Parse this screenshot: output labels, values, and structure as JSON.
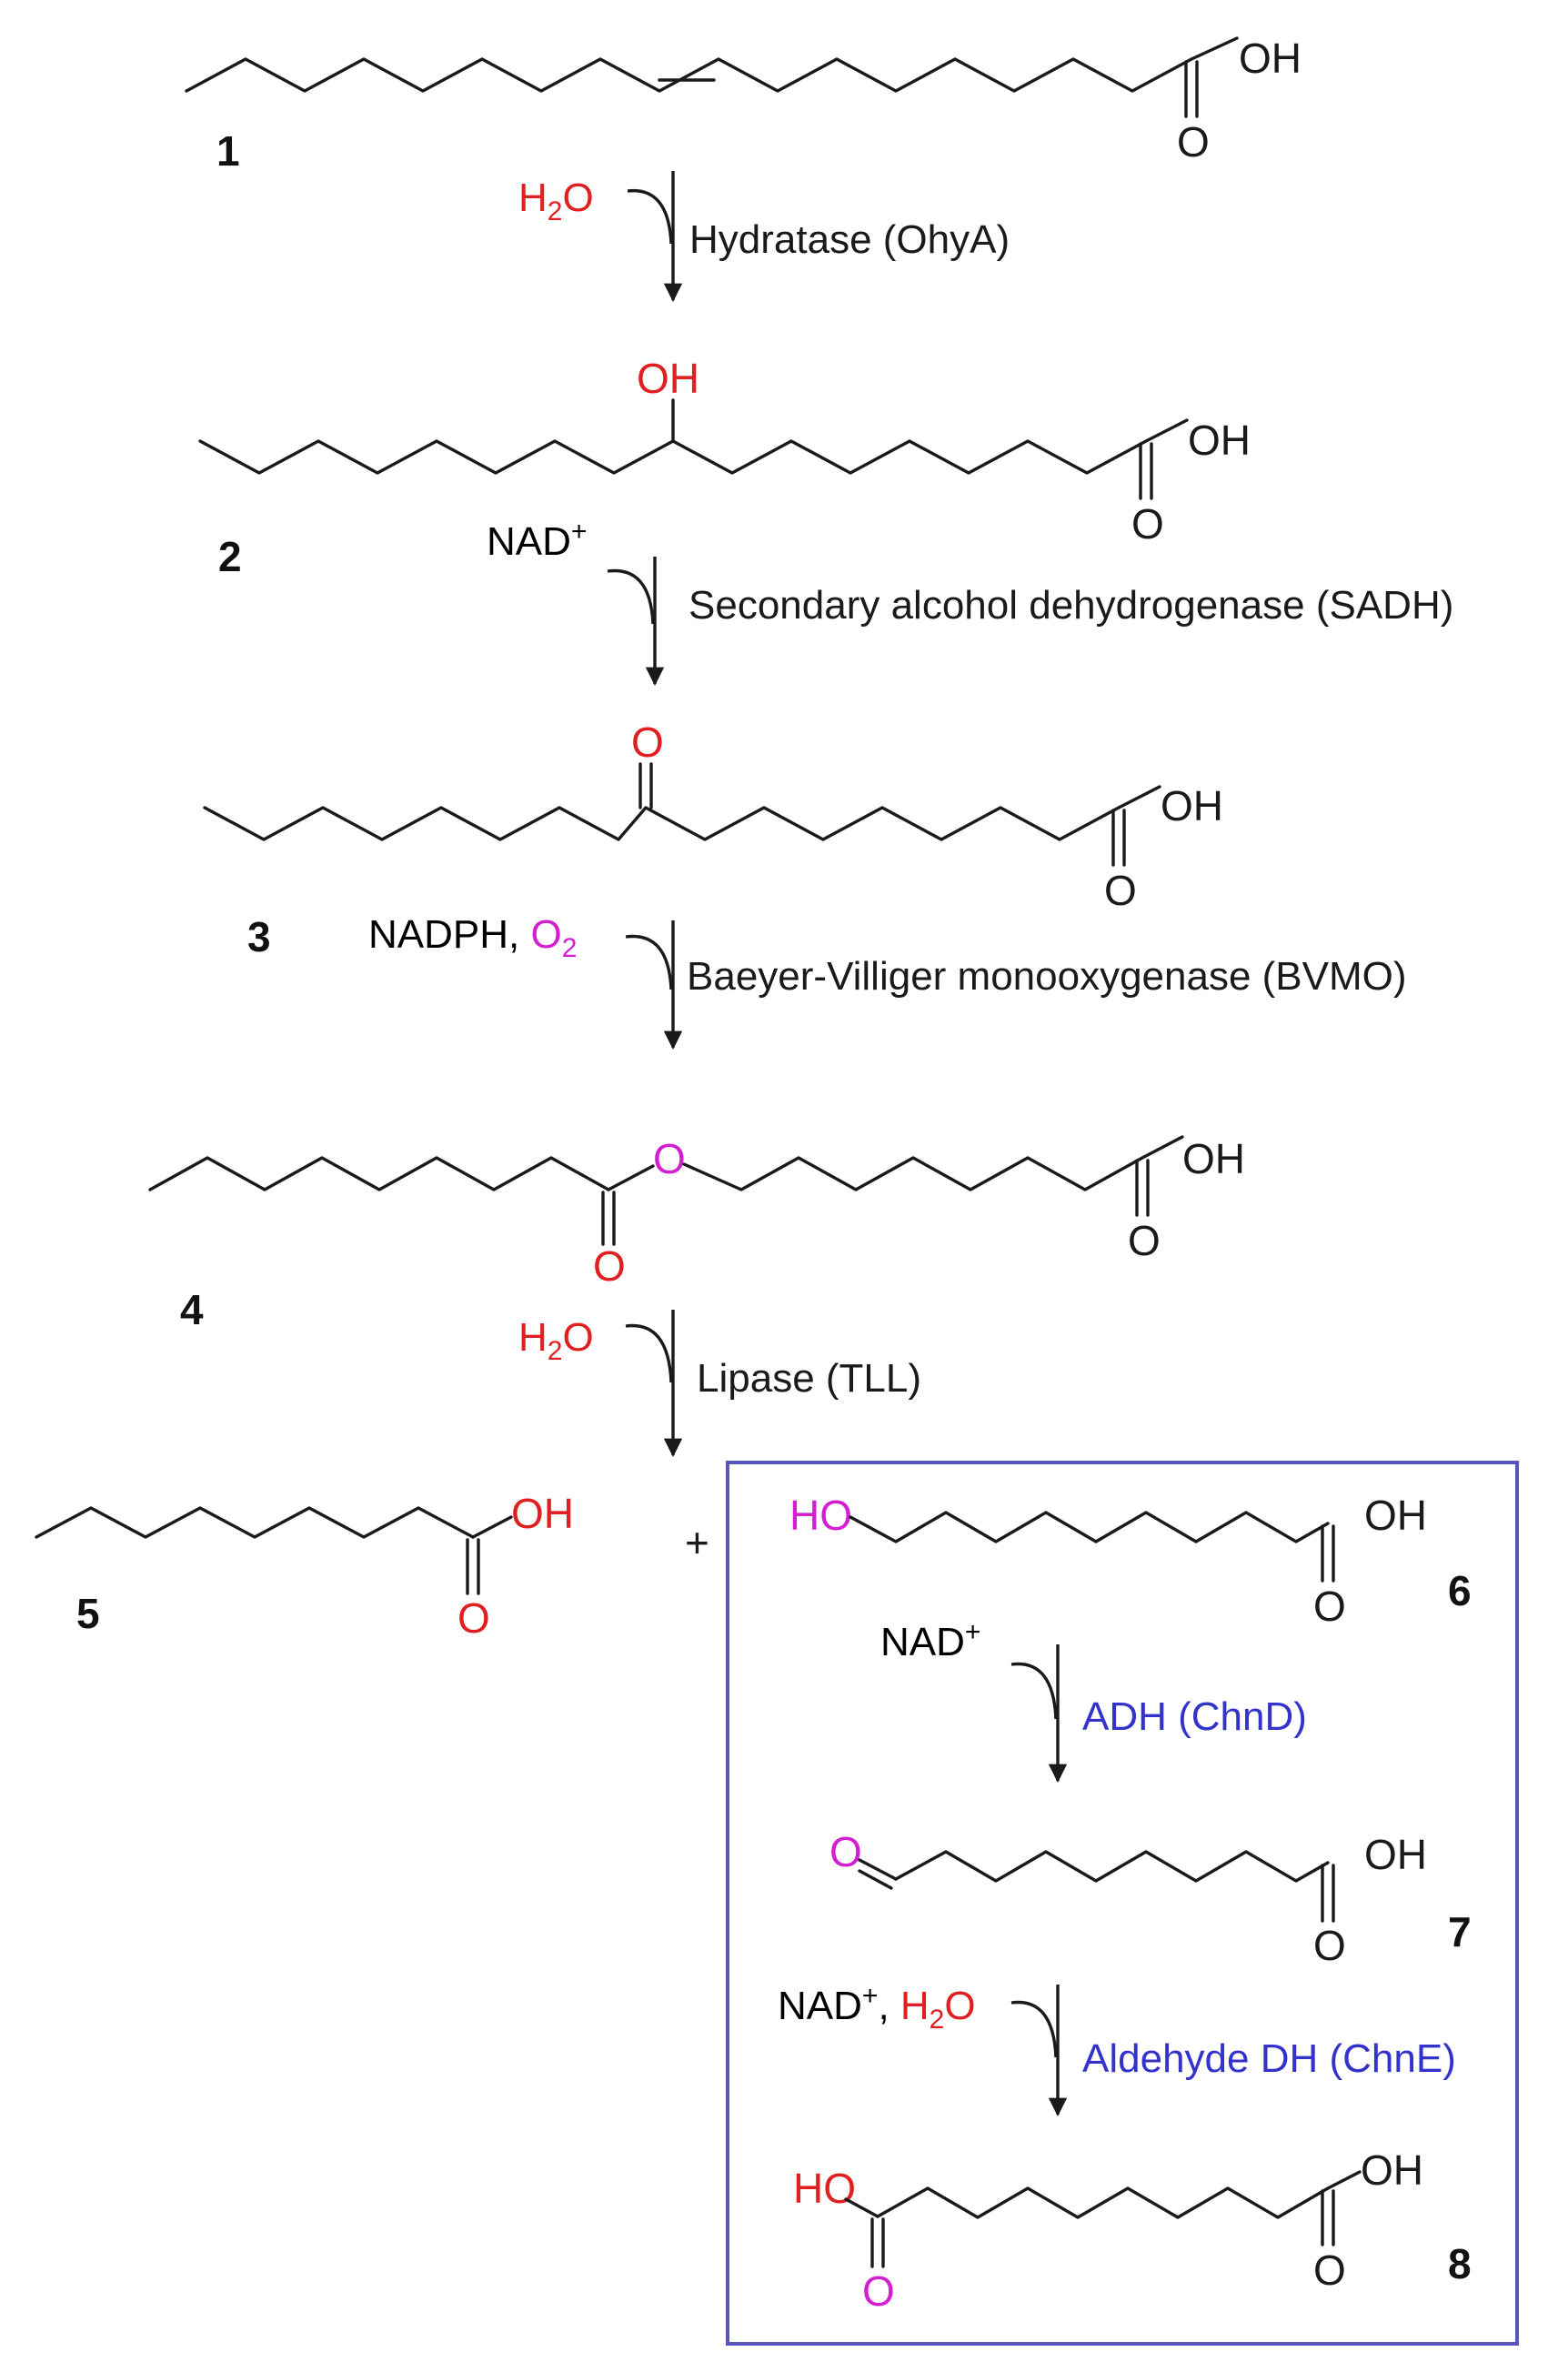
{
  "compounds": {
    "c1": {
      "number": "1",
      "oh": "OH",
      "o": "O"
    },
    "c2": {
      "number": "2",
      "oh_top": "OH",
      "oh": "OH",
      "o": "O"
    },
    "c3": {
      "number": "3",
      "ketone_o": "O",
      "oh": "OH",
      "o": "O"
    },
    "c4": {
      "number": "4",
      "ester_o": "O",
      "carbonyl_o": "O",
      "oh": "OH",
      "o": "O"
    },
    "c5": {
      "number": "5",
      "oh": "OH",
      "o": "O"
    },
    "c6": {
      "number": "6",
      "ho": "HO",
      "oh": "OH",
      "o": "O"
    },
    "c7": {
      "number": "7",
      "ald_o": "O",
      "oh": "OH",
      "o": "O"
    },
    "c8": {
      "number": "8",
      "ho": "HO",
      "o_left": "O",
      "oh": "OH",
      "o": "O"
    }
  },
  "plus": "+",
  "steps": [
    {
      "reagent": "H",
      "reagent_sub": "2",
      "reagent_rest": "O",
      "enzyme": "Hydratase (OhyA)"
    },
    {
      "reagent": "NAD",
      "reagent_sup": "+",
      "enzyme": "Secondary alcohol dehydrogenase (SADH)"
    },
    {
      "reagent": "NADPH, ",
      "reagent2": "O",
      "reagent2_sub": "2",
      "enzyme": "Baeyer-Villiger monooxygenase (BVMO)"
    },
    {
      "reagent": "H",
      "reagent_sub": "2",
      "reagent_rest": "O",
      "enzyme": "Lipase (TLL)"
    },
    {
      "reagent": "NAD",
      "reagent_sup": "+",
      "enzyme": "ADH (ChnD)"
    },
    {
      "reagent": "NAD",
      "reagent_sup": "+",
      "reagent_sep": ", ",
      "reagent2": "H",
      "reagent2_sub": "2",
      "reagent2_rest": "O",
      "enzyme": "Aldehyde DH (ChnE)"
    }
  ],
  "colors": {
    "water": "#e02020",
    "oxygen_from_o2": "#d21fd2",
    "box_enzyme": "#3333cc",
    "box_border": "#5555bb"
  }
}
